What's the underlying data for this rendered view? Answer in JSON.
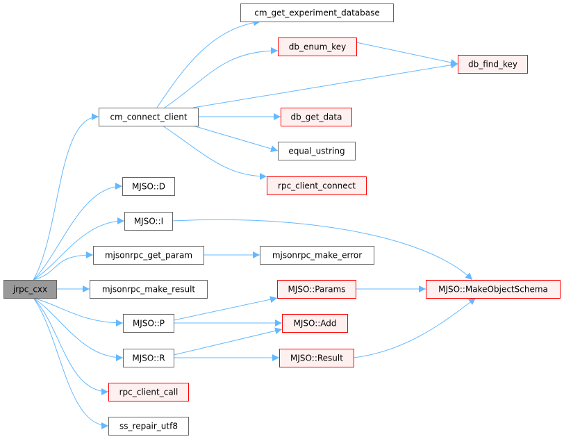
{
  "graph": {
    "title": "jrpc_cxx call graph",
    "colors": {
      "edge": "#63b8ff",
      "root_fill": "#999999",
      "root_stroke": "#666666",
      "normal_fill": "#ffffff",
      "normal_stroke": "#666666",
      "red_fill": "#fff0f0",
      "red_stroke": "#ff0000"
    },
    "nodes": [
      {
        "id": "jrpc_cxx",
        "label": "jrpc_cxx",
        "style": "root"
      },
      {
        "id": "cm_connect_client",
        "label": "cm_connect_client",
        "style": "normal"
      },
      {
        "id": "mjso_d",
        "label": "MJSO::D",
        "style": "normal"
      },
      {
        "id": "mjso_i",
        "label": "MJSO::I",
        "style": "normal"
      },
      {
        "id": "mjsonrpc_get_param",
        "label": "mjsonrpc_get_param",
        "style": "normal"
      },
      {
        "id": "mjsonrpc_make_result",
        "label": "mjsonrpc_make_result",
        "style": "normal"
      },
      {
        "id": "mjso_p",
        "label": "MJSO::P",
        "style": "normal"
      },
      {
        "id": "mjso_r",
        "label": "MJSO::R",
        "style": "normal"
      },
      {
        "id": "rpc_client_call",
        "label": "rpc_client_call",
        "style": "red"
      },
      {
        "id": "ss_repair_utf8",
        "label": "ss_repair_utf8",
        "style": "normal"
      },
      {
        "id": "cm_get_experiment_database",
        "label": "cm_get_experiment_database",
        "style": "normal"
      },
      {
        "id": "db_enum_key",
        "label": "db_enum_key",
        "style": "red"
      },
      {
        "id": "db_find_key",
        "label": "db_find_key",
        "style": "red"
      },
      {
        "id": "db_get_data",
        "label": "db_get_data",
        "style": "red"
      },
      {
        "id": "equal_ustring",
        "label": "equal_ustring",
        "style": "normal"
      },
      {
        "id": "rpc_client_connect",
        "label": "rpc_client_connect",
        "style": "red"
      },
      {
        "id": "mjsonrpc_make_error",
        "label": "mjsonrpc_make_error",
        "style": "normal"
      },
      {
        "id": "mjso_params",
        "label": "MJSO::Params",
        "style": "red"
      },
      {
        "id": "mjso_makeobjectschema",
        "label": "MJSO::MakeObjectSchema",
        "style": "red"
      },
      {
        "id": "mjso_add",
        "label": "MJSO::Add",
        "style": "red"
      },
      {
        "id": "mjso_result",
        "label": "MJSO::Result",
        "style": "red"
      }
    ],
    "edges": [
      [
        "jrpc_cxx",
        "cm_connect_client"
      ],
      [
        "jrpc_cxx",
        "mjso_d"
      ],
      [
        "jrpc_cxx",
        "mjso_i"
      ],
      [
        "jrpc_cxx",
        "mjsonrpc_get_param"
      ],
      [
        "jrpc_cxx",
        "mjsonrpc_make_result"
      ],
      [
        "jrpc_cxx",
        "mjso_p"
      ],
      [
        "jrpc_cxx",
        "mjso_r"
      ],
      [
        "jrpc_cxx",
        "rpc_client_call"
      ],
      [
        "jrpc_cxx",
        "ss_repair_utf8"
      ],
      [
        "cm_connect_client",
        "cm_get_experiment_database"
      ],
      [
        "cm_connect_client",
        "db_enum_key"
      ],
      [
        "cm_connect_client",
        "db_find_key"
      ],
      [
        "cm_connect_client",
        "db_get_data"
      ],
      [
        "cm_connect_client",
        "equal_ustring"
      ],
      [
        "cm_connect_client",
        "rpc_client_connect"
      ],
      [
        "db_enum_key",
        "db_find_key"
      ],
      [
        "mjso_i",
        "mjso_makeobjectschema"
      ],
      [
        "mjsonrpc_get_param",
        "mjsonrpc_make_error"
      ],
      [
        "mjso_p",
        "mjso_params"
      ],
      [
        "mjso_p",
        "mjso_add"
      ],
      [
        "mjso_r",
        "mjso_add"
      ],
      [
        "mjso_r",
        "mjso_result"
      ],
      [
        "mjso_params",
        "mjso_makeobjectschema"
      ],
      [
        "mjso_result",
        "mjso_makeobjectschema"
      ]
    ]
  }
}
